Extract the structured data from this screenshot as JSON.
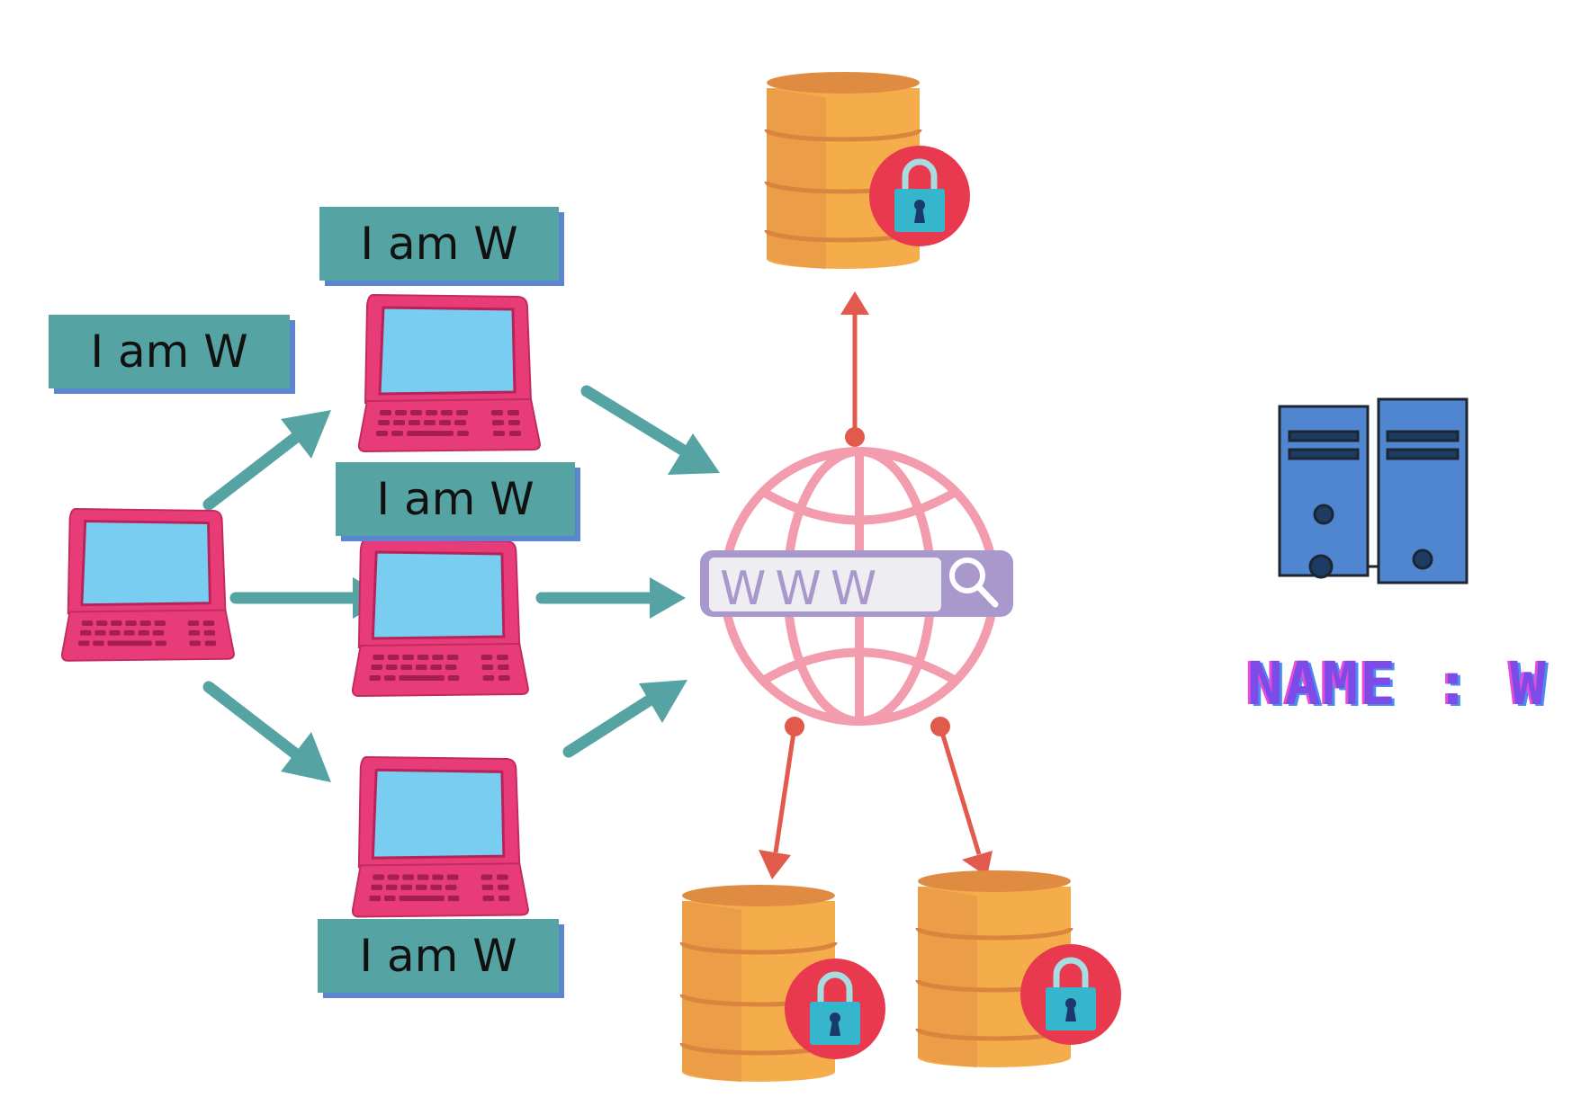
{
  "labels": {
    "top": "I am W",
    "left": "I am W",
    "middle": "I am W",
    "bottom": "I am W"
  },
  "server_name": "NAME : W",
  "search_bar_text": "WWW",
  "icons": {
    "client": "laptop-icon",
    "hub": "globe-search-icon",
    "storage": "locked-database-icon",
    "server": "server-icon"
  },
  "colors": {
    "label_bg": "#55a4a3",
    "label_shadow": "#5b86cf",
    "client_arrow": "#55a4a3",
    "db_arrow": "#e25a4b",
    "laptop_body": "#e83c78",
    "laptop_screen": "#78cdf0",
    "globe": "#f29cae",
    "search_bar": "#a898cc",
    "database": "#f5ad4b",
    "lock_badge": "#e8394e",
    "server": "#4f86cf",
    "name_text": "#7c4be8"
  }
}
